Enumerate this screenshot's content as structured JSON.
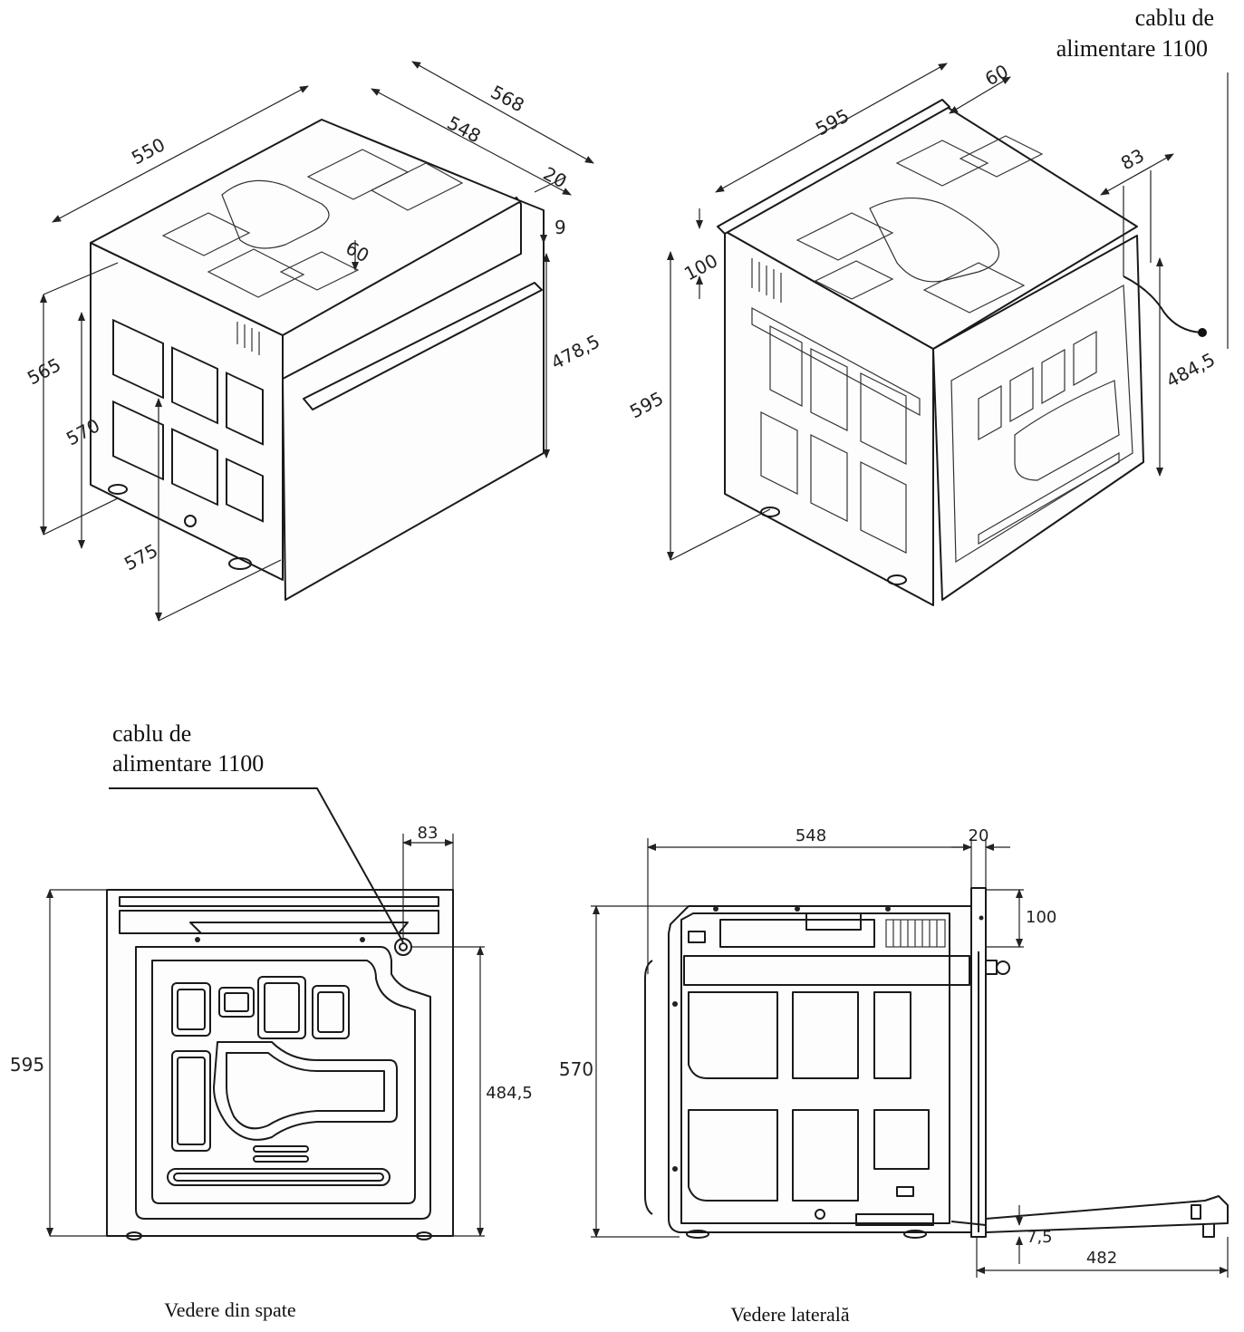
{
  "labels": {
    "power_cable_top_line1": "cablu de",
    "power_cable_top_line2": "alimentare 1100",
    "power_cable_bottom_line1": "cablu de",
    "power_cable_bottom_line2": "alimentare 1100",
    "caption_back_view": "Vedere din spate",
    "caption_side_view": "Vedere laterală"
  },
  "view_front_iso": {
    "d_550": "550",
    "d_568": "568",
    "d_548": "548",
    "d_20": "20",
    "d_9": "9",
    "d_60": "60",
    "d_565": "565",
    "d_570": "570",
    "d_478_5": "478,5",
    "d_575": "575"
  },
  "view_back_iso": {
    "d_595_w": "595",
    "d_60": "60",
    "d_83": "83",
    "d_100": "100",
    "d_595_h": "595",
    "d_484_5": "484,5"
  },
  "view_back": {
    "d_83": "83",
    "d_595": "595",
    "d_484_5": "484,5"
  },
  "view_side": {
    "d_548": "548",
    "d_20": "20",
    "d_100": "100",
    "d_570": "570",
    "d_7_5": "7,5",
    "d_482": "482"
  }
}
